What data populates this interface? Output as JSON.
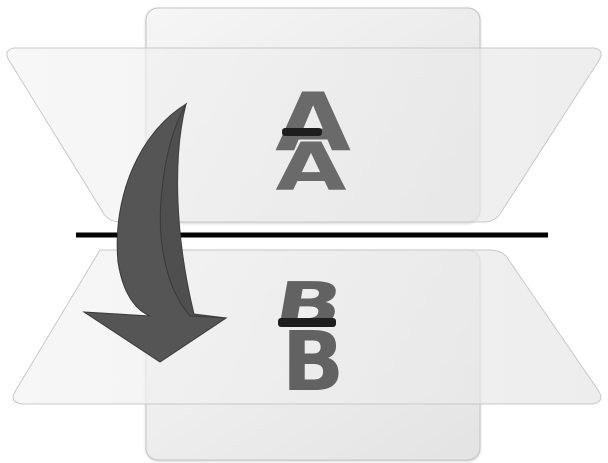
{
  "diagram": {
    "top_half": {
      "letter_upper": "A",
      "letter_lower": "A"
    },
    "bottom_half": {
      "letter_upper": "B",
      "letter_lower": "B"
    },
    "colors": {
      "card_fill": "#f1f1f1",
      "card_edge": "#bdbdbd",
      "letter": "#6a6a6a",
      "arrow": "#4f4f4f",
      "fold_line": "#000000"
    },
    "icons": {
      "arrow": "curved-down-arrow-icon"
    }
  }
}
